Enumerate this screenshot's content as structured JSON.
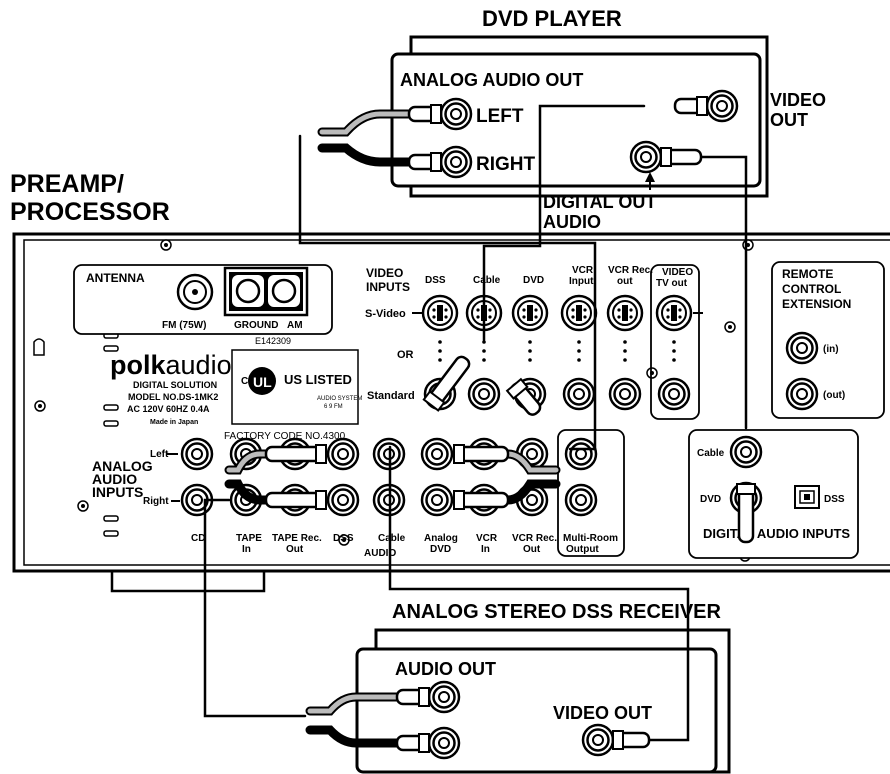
{
  "dvd": {
    "title": "DVD PLAYER",
    "audio_out": "ANALOG AUDIO OUT",
    "left": "LEFT",
    "right": "RIGHT",
    "video_out_1": "VIDEO",
    "video_out_2": "OUT",
    "digital_1": "DIGITAL OUT",
    "digital_2": "AUDIO"
  },
  "preamp": {
    "title_1": "PREAMP/",
    "title_2": "PROCESSOR",
    "antenna": "ANTENNA",
    "fm": "FM (75W)",
    "ground": "GROUND",
    "am": "AM",
    "cert_no": "E142309",
    "brand_bold": "polk",
    "brand_light": "audio",
    "model_1": "DIGITAL SOLUTION",
    "model_2": "MODEL NO.DS-1MK2",
    "model_3": "AC 120V 60HZ 0.4A",
    "model_4": "Made in Japan",
    "ul_c": "C",
    "ul_mark": "UL",
    "ul_us": "US LISTED",
    "ul_sys_1": "AUDIO SYSTEM",
    "ul_sys_2": "6 9 FM",
    "factory": "FACTORY CODE NO.4300",
    "video_inputs_1": "VIDEO",
    "video_inputs_2": "INPUTS",
    "svideo": "S-Video",
    "or": "OR",
    "standard": "Standard",
    "v_dss": "DSS",
    "v_cable": "Cable",
    "v_dvd": "DVD",
    "v_vcr_in_1": "VCR",
    "v_vcr_in_2": "Input",
    "v_vcr_rec_1": "VCR Rec.",
    "v_vcr_rec_2": "out",
    "v_tv_1": "VIDEO",
    "v_tv_2": "TV out",
    "remote_1": "REMOTE",
    "remote_2": "CONTROL",
    "remote_3": "EXTENSION",
    "remote_in": "(in)",
    "remote_out": "(out)",
    "analog_1": "ANALOG",
    "analog_2": "AUDIO",
    "analog_3": "INPUTS",
    "left": "Left",
    "right": "Right",
    "a_cd": "CD",
    "a_tape_in_1": "TAPE",
    "a_tape_in_2": "In",
    "a_tape_rec_1": "TAPE Rec.",
    "a_tape_rec_2": "Out",
    "a_dss": "DSS",
    "a_cable": "Cable",
    "a_audio": "AUDIO",
    "a_dvd_1": "Analog",
    "a_dvd_2": "DVD",
    "a_vcr_in_1": "VCR",
    "a_vcr_in_2": "In",
    "a_vcr_rec_1": "VCR Rec.",
    "a_vcr_rec_2": "Out",
    "a_multi_1": "Multi-Room",
    "a_multi_2": "Output",
    "dig_cable": "Cable",
    "dig_dvd": "DVD",
    "dig_dss": "DSS",
    "dig_title": "DIGITAL AUDIO INPUTS"
  },
  "dss": {
    "title": "ANALOG STEREO DSS RECEIVER",
    "audio_out": "AUDIO OUT",
    "video_out": "VIDEO OUT"
  }
}
